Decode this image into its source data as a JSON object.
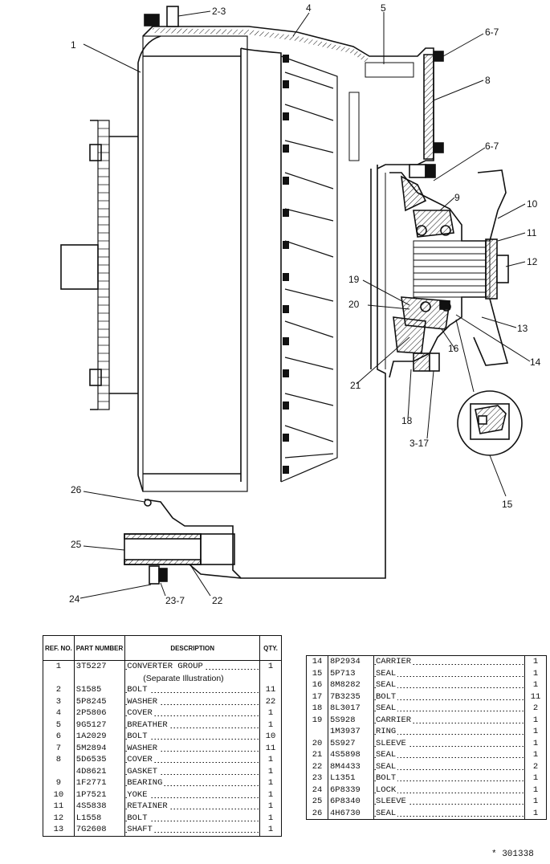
{
  "callouts": [
    {
      "id": "c1",
      "text": "1"
    },
    {
      "id": "c2",
      "text": "2-3"
    },
    {
      "id": "c4",
      "text": "4"
    },
    {
      "id": "c5",
      "text": "5"
    },
    {
      "id": "c6a",
      "text": "6-7"
    },
    {
      "id": "c8",
      "text": "8"
    },
    {
      "id": "c6b",
      "text": "6-7"
    },
    {
      "id": "c9",
      "text": "9"
    },
    {
      "id": "c10",
      "text": "10"
    },
    {
      "id": "c11",
      "text": "11"
    },
    {
      "id": "c12",
      "text": "12"
    },
    {
      "id": "c19",
      "text": "19"
    },
    {
      "id": "c20",
      "text": "20"
    },
    {
      "id": "c13",
      "text": "13"
    },
    {
      "id": "c16",
      "text": "16"
    },
    {
      "id": "c14",
      "text": "14"
    },
    {
      "id": "c21",
      "text": "21"
    },
    {
      "id": "c18",
      "text": "18"
    },
    {
      "id": "c3",
      "text": "3-17"
    },
    {
      "id": "c15",
      "text": "15"
    },
    {
      "id": "c26",
      "text": "26"
    },
    {
      "id": "c25",
      "text": "25"
    },
    {
      "id": "c24",
      "text": "24"
    },
    {
      "id": "c23",
      "text": "23-7"
    },
    {
      "id": "c22",
      "text": "22"
    }
  ],
  "table_headers": {
    "ref": "REF. NO.",
    "part": "PART NUMBER",
    "desc": "DESCRIPTION",
    "qty": "QTY."
  },
  "table_left": [
    {
      "ref": "1",
      "part": "3T5227",
      "desc": "CONVERTER GROUP",
      "qty": "1"
    },
    {
      "ref": "",
      "part": "",
      "desc": "(Separate Illustration)",
      "qty": ""
    },
    {
      "ref": "2",
      "part": "S1585",
      "desc": "BOLT",
      "qty": "11"
    },
    {
      "ref": "3",
      "part": "5P8245",
      "desc": "WASHER",
      "qty": "22"
    },
    {
      "ref": "4",
      "part": "2P5806",
      "desc": "COVER",
      "qty": "1"
    },
    {
      "ref": "5",
      "part": "9G5127",
      "desc": "BREATHER",
      "qty": "1"
    },
    {
      "ref": "6",
      "part": "1A2029",
      "desc": "BOLT",
      "qty": "10"
    },
    {
      "ref": "7",
      "part": "5M2894",
      "desc": "WASHER",
      "qty": "11"
    },
    {
      "ref": "8",
      "part": "5D6535",
      "desc": "COVER",
      "qty": "1"
    },
    {
      "ref": "",
      "part": "4D8621",
      "desc": "GASKET",
      "qty": "1"
    },
    {
      "ref": "9",
      "part": "1F2771",
      "desc": "BEARING",
      "qty": "1"
    },
    {
      "ref": "10",
      "part": "1P7521",
      "desc": "YOKE",
      "qty": "1"
    },
    {
      "ref": "11",
      "part": "4S5838",
      "desc": "RETAINER",
      "qty": "1"
    },
    {
      "ref": "12",
      "part": "L1558",
      "desc": "BOLT",
      "qty": "1"
    },
    {
      "ref": "13",
      "part": "7G2608",
      "desc": "SHAFT",
      "qty": "1"
    }
  ],
  "table_right": [
    {
      "ref": "14",
      "part": "8P2934",
      "desc": "CARRIER",
      "qty": "1"
    },
    {
      "ref": "15",
      "part": "5P713",
      "desc": "SEAL",
      "qty": "1"
    },
    {
      "ref": "16",
      "part": "8M8282",
      "desc": "SEAL",
      "qty": "1"
    },
    {
      "ref": "17",
      "part": "7B3235",
      "desc": "BOLT",
      "qty": "11"
    },
    {
      "ref": "18",
      "part": "8L3017",
      "desc": "SEAL",
      "qty": "2"
    },
    {
      "ref": "19",
      "part": "5S928",
      "desc": "CARRIER",
      "qty": "1"
    },
    {
      "ref": "",
      "part": "1M3937",
      "desc": "RING",
      "qty": "1"
    },
    {
      "ref": "20",
      "part": "5S927",
      "desc": "SLEEVE",
      "qty": "1"
    },
    {
      "ref": "21",
      "part": "4S5898",
      "desc": "SEAL",
      "qty": "1"
    },
    {
      "ref": "22",
      "part": "8M4433",
      "desc": "SEAL",
      "qty": "2"
    },
    {
      "ref": "23",
      "part": "L1351",
      "desc": "BOLT",
      "qty": "1"
    },
    {
      "ref": "24",
      "part": "6P8339",
      "desc": "LOCK",
      "qty": "1"
    },
    {
      "ref": "25",
      "part": "6P8340",
      "desc": "SLEEVE",
      "qty": "1"
    },
    {
      "ref": "26",
      "part": "4H6730",
      "desc": "SEAL",
      "qty": "1"
    }
  ],
  "reference_number": "* 301338"
}
